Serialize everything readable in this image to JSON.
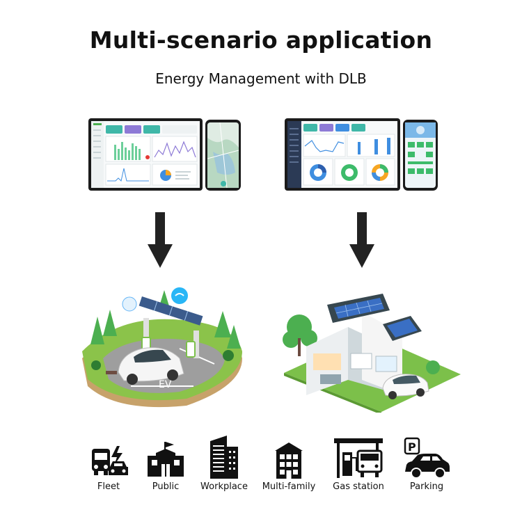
{
  "header": {
    "title": "Multi-scenario application",
    "subtitle": "Energy Management with DLB"
  },
  "scenarios": [
    {
      "name": "Fleet",
      "icon": "fleet-icon"
    },
    {
      "name": "Public",
      "icon": "public-building-icon"
    },
    {
      "name": "Workplace",
      "icon": "office-building-icon"
    },
    {
      "name": "Multi-family",
      "icon": "apartment-icon"
    },
    {
      "name": "Gas station",
      "icon": "gas-station-icon"
    },
    {
      "name": "Parking",
      "icon": "parking-icon"
    }
  ],
  "illustrations": {
    "left_sign": "EV"
  },
  "colors": {
    "accent_green": "#7cc04a",
    "dark": "#222222",
    "screen_teal": "#3fb7a8",
    "screen_purple": "#8d7ad6",
    "screen_blue": "#3f8ee0"
  }
}
